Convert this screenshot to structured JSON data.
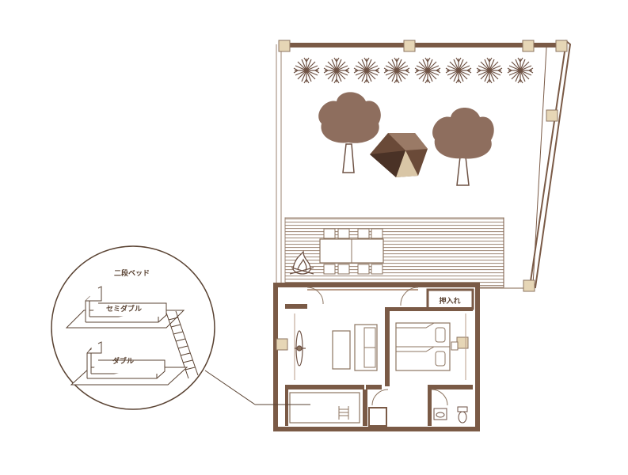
{
  "colors": {
    "wall": "#7a5a46",
    "wall_light": "#b99c88",
    "post": "#e6d6b6",
    "post_edge": "#8c7460",
    "deck": "#9b8372",
    "tree_canopy": "#8e6e5e",
    "tree_trunk": "#ffffff",
    "rock": "#6a4a38",
    "line": "#5a4333",
    "glass": "#c8b8aa"
  },
  "labels": {
    "closet": "押入れ",
    "bunk_title": "二段ベッド",
    "upper_bed": "セミダブル",
    "lower_bed": "ダブル"
  },
  "icons": [
    "tree-top-icon",
    "tree-icon",
    "rock-seat-icon",
    "bonfire-icon",
    "toilet-icon",
    "sink-icon",
    "ladder-icon"
  ]
}
